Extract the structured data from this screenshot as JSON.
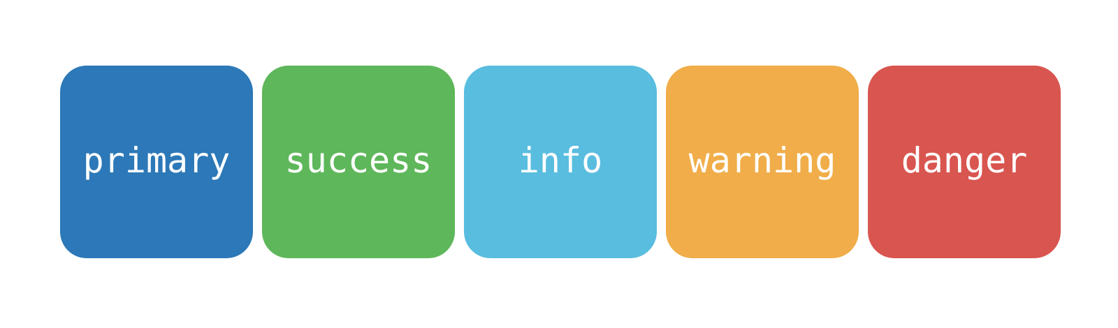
{
  "swatches": [
    {
      "name": "primary",
      "label": "primary",
      "color": "#2c78b8"
    },
    {
      "name": "success",
      "label": "success",
      "color": "#5eb75a"
    },
    {
      "name": "info",
      "label": "info",
      "color": "#59bddf"
    },
    {
      "name": "warning",
      "label": "warning",
      "color": "#f0ad49"
    },
    {
      "name": "danger",
      "label": "danger",
      "color": "#d9554f"
    }
  ]
}
